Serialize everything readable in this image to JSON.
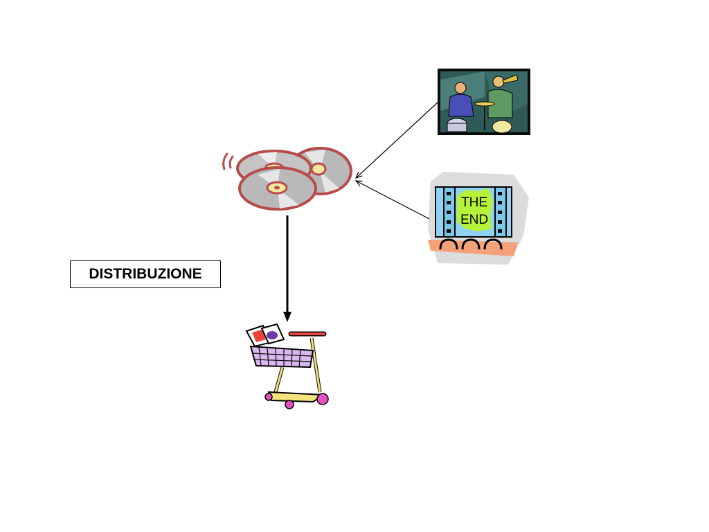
{
  "diagram": {
    "label": "DISTRIBUZIONE",
    "film_end_text": [
      "THE",
      "END"
    ]
  },
  "nodes": [
    {
      "name": "jazz-band-clipart",
      "depicts": "musicians playing drums and trumpet"
    },
    {
      "name": "the-end-film-clipart",
      "depicts": "film strip with THE END in a theater"
    },
    {
      "name": "compact-discs-clipart",
      "depicts": "stack of compact discs"
    },
    {
      "name": "shopping-cart-clipart",
      "depicts": "shopping cart with products"
    }
  ],
  "colors": {
    "disc_rim": "#b84a4a",
    "disc_body": "#b9b9b9",
    "disc_center": "#f3e6a0",
    "jazz_bg": "#2f5a58",
    "film_blue": "#8fd3f2",
    "end_green": "#b6f23a",
    "seat_orange": "#f4a078",
    "cart_pink": "#e052c0",
    "cart_yellow": "#f5e27a",
    "cart_red": "#e8463c",
    "cart_lilac": "#d8b8ee"
  }
}
